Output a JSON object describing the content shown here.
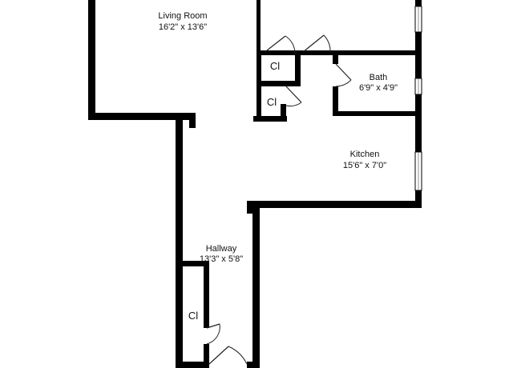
{
  "rooms": {
    "living_room": {
      "name": "Living Room",
      "dims": "16'2\" x 13'6\""
    },
    "bath": {
      "name": "Bath",
      "dims": "6'9\" x 4'9\""
    },
    "kitchen": {
      "name": "Kitchen",
      "dims": "15'6\" x 7'0\""
    },
    "hallway": {
      "name": "Hallway",
      "dims": "13'3\" x 5'8\""
    }
  },
  "closets": {
    "upper": "Cl",
    "middle": "Cl",
    "lower": "Cl"
  },
  "colors": {
    "wall": "#000000",
    "background": "#ffffff"
  }
}
